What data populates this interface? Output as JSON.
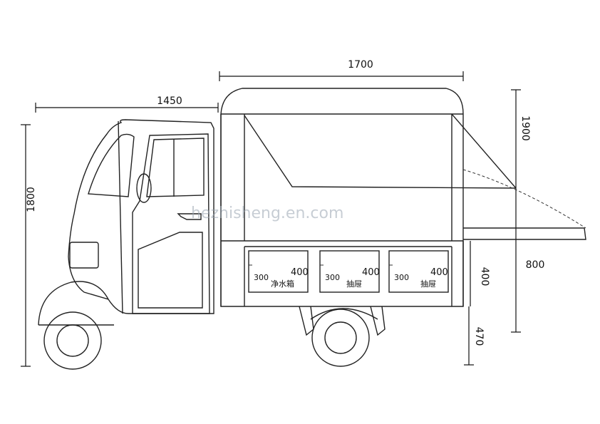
{
  "dimensions": {
    "cab_length": "1450",
    "box_length": "1700",
    "total_height": "1800",
    "box_height": "1900",
    "shelf_height": "800",
    "window_height": "400",
    "ground_clearance": "470"
  },
  "compartments": [
    {
      "width": "300",
      "height": "400",
      "label": "净水箱"
    },
    {
      "width": "300",
      "height": "400",
      "label": "抽屉"
    },
    {
      "width": "300",
      "height": "400",
      "label": "抽屉"
    }
  ],
  "watermark": "hezhisheng.en.com",
  "colors": {
    "line": "#222222",
    "watermark": "#9aa6b2"
  }
}
